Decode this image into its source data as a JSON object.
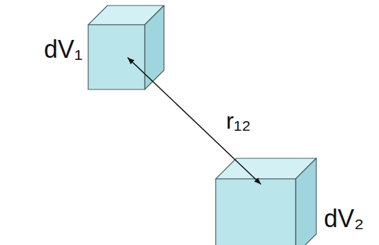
{
  "diagram": {
    "nodes": [
      {
        "text": [
          "dV₁"
        ]
      },
      {
        "text": [
          "dV₂"
        ]
      }
    ],
    "edges": [
      {
        "from": 0,
        "to": 1,
        "arrow": "both",
        "label": "r₁₂"
      }
    ]
  }
}
